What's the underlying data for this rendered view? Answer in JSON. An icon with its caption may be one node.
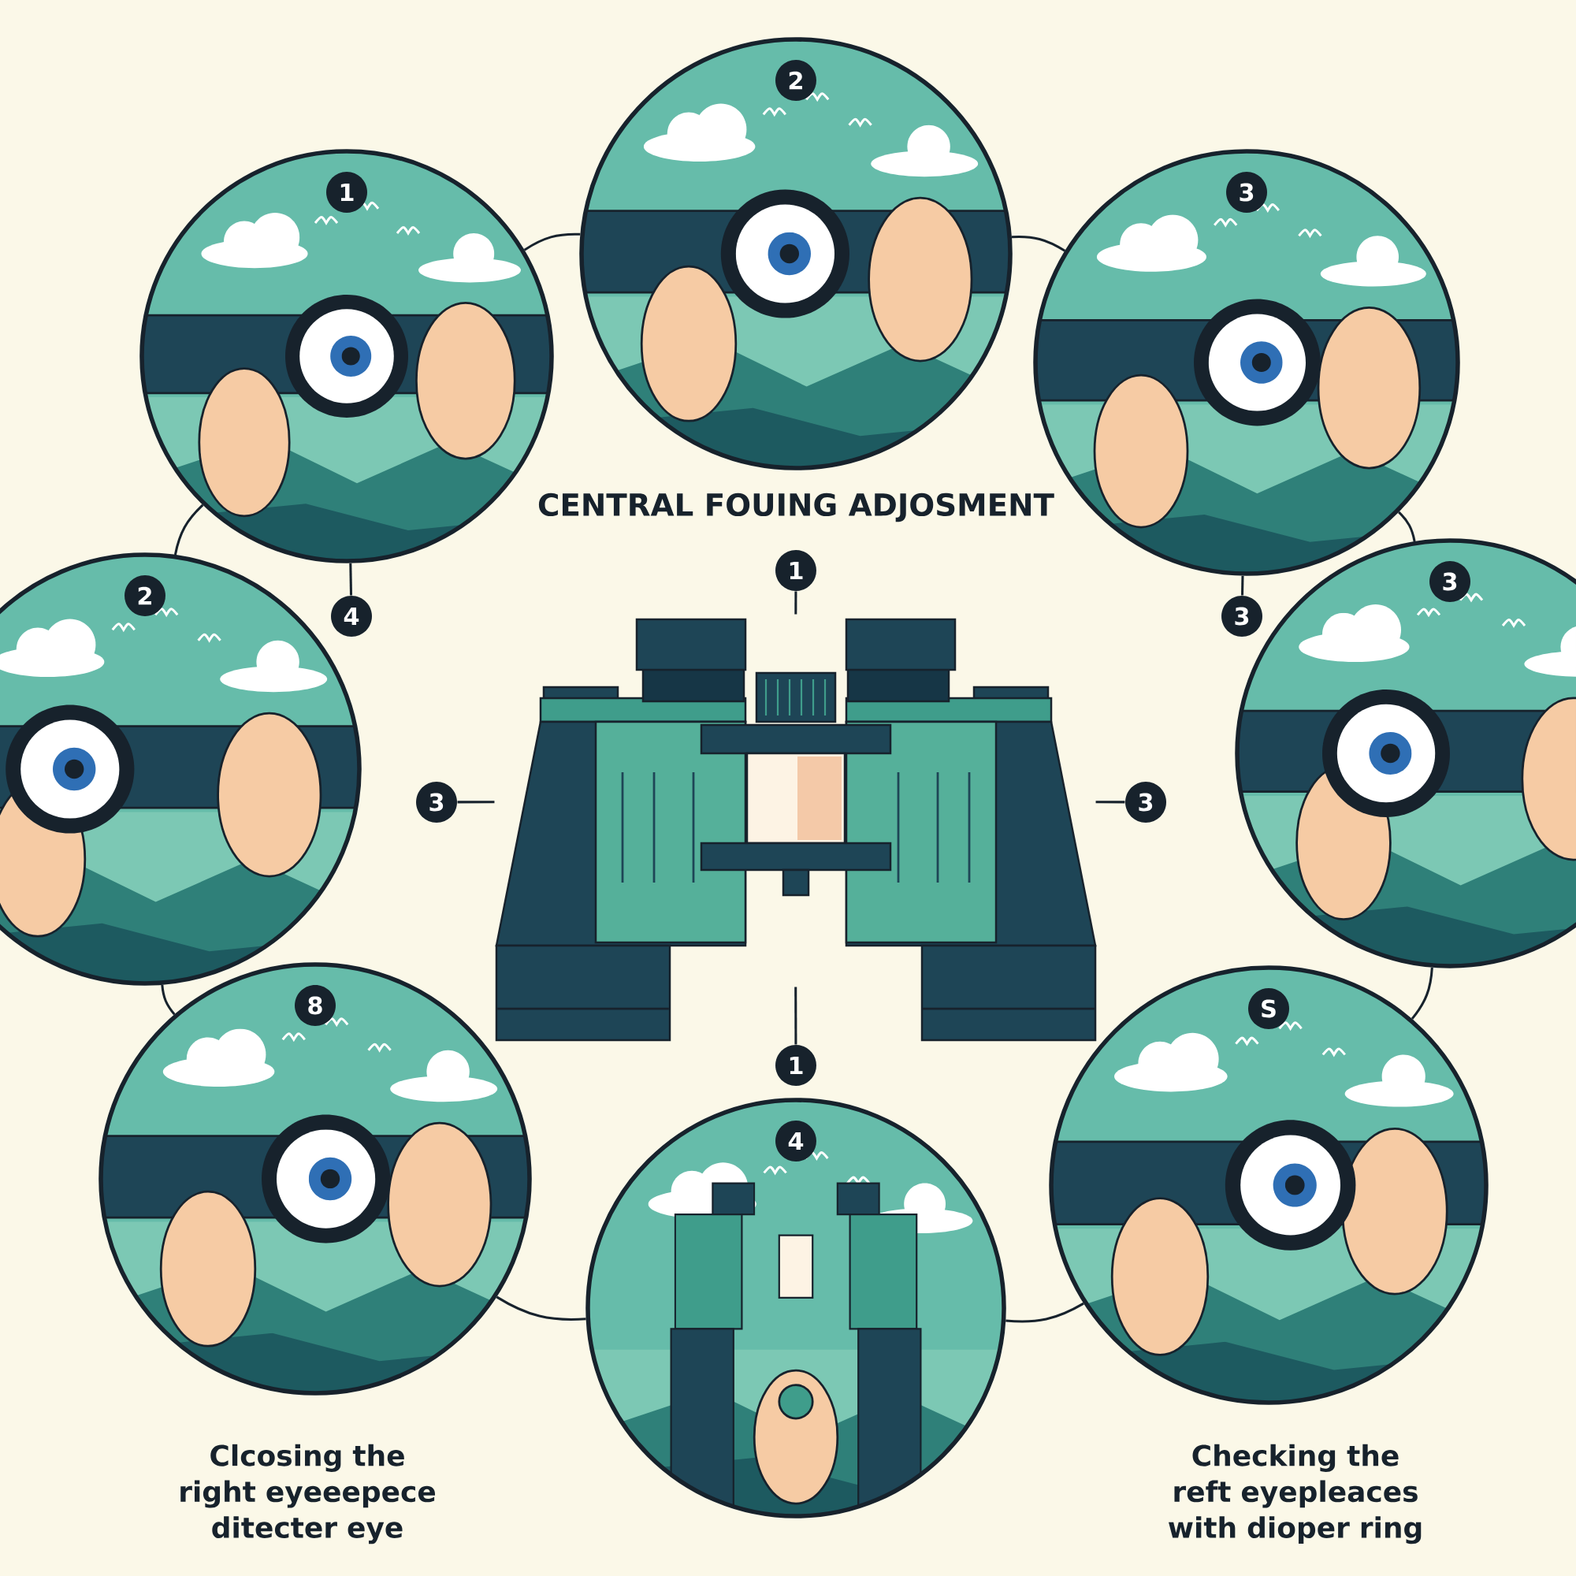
{
  "diagram": {
    "title": "CENTRAL FOUING ADJOSMENT",
    "nodes": [
      {
        "text": [
          "1"
        ]
      },
      {
        "text": [
          "2"
        ]
      },
      {
        "text": [
          "3"
        ]
      },
      {
        "text": [
          "2"
        ]
      },
      {
        "text": [
          "4"
        ]
      },
      {
        "text": [
          "1"
        ]
      },
      {
        "text": [
          "3"
        ]
      },
      {
        "text": [
          "3"
        ]
      },
      {
        "text": [
          "3"
        ]
      },
      {
        "text": [],
        "shape": "picture"
      },
      {
        "text": [
          "3"
        ]
      },
      {
        "text": [
          "8"
        ],
        "beside": [
          "Clcosing the right eyeeepece ditecter eye"
        ]
      },
      {
        "text": [
          "1"
        ]
      },
      {
        "text": [
          "4"
        ]
      },
      {
        "text": [
          "S"
        ],
        "beside": [
          "Checking the reft eyepleaces with dioper ring"
        ]
      }
    ],
    "edges": [
      {
        "from": 0,
        "to": 1,
        "arrow": "none"
      },
      {
        "from": 1,
        "to": 2,
        "arrow": "none"
      },
      {
        "from": 2,
        "to": 7,
        "arrow": "none"
      },
      {
        "from": 7,
        "to": 14,
        "arrow": "none"
      },
      {
        "from": 14,
        "to": 13,
        "arrow": "none"
      },
      {
        "from": 13,
        "to": 11,
        "arrow": "none"
      },
      {
        "from": 11,
        "to": 3,
        "arrow": "none"
      },
      {
        "from": 3,
        "to": 0,
        "arrow": "none"
      },
      {
        "from": 0,
        "to": 4,
        "arrow": "none"
      },
      {
        "from": 2,
        "to": 6,
        "arrow": "none"
      },
      {
        "from": 5,
        "to": 9,
        "arrow": "none"
      },
      {
        "from": 8,
        "to": 9,
        "arrow": "none"
      },
      {
        "from": 10,
        "to": 9,
        "arrow": "none"
      },
      {
        "from": 12,
        "to": 9,
        "arrow": "none"
      }
    ]
  }
}
